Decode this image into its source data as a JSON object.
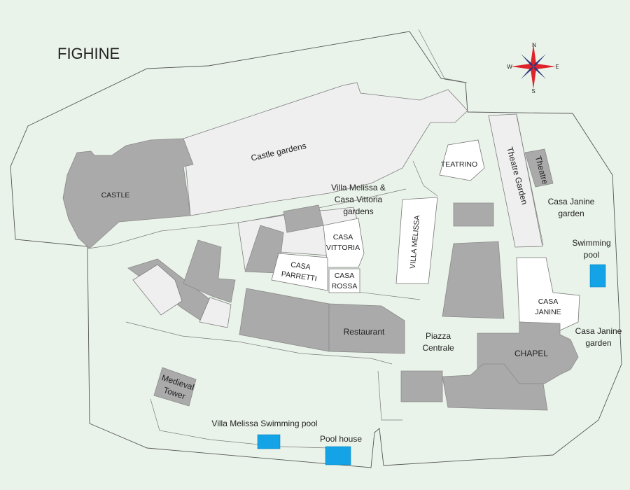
{
  "title": "FIGHINE",
  "compass": {
    "n": "N",
    "s": "S",
    "e": "E",
    "w": "W",
    "colors": {
      "red": "#e0232b",
      "blue": "#26347d"
    }
  },
  "labels": {
    "castle": "CASTLE",
    "castle_gardens": "Castle gardens",
    "villa_melissa_gardens": [
      "Villa Melissa &",
      "Casa Vittoria",
      "gardens"
    ],
    "teatrino": "TEATRINO",
    "theatre_garden": "Theatre Garden",
    "theatre": "Theatre",
    "casa_janine_garden_top": [
      "Casa Janine",
      "garden"
    ],
    "swimming_pool": [
      "Swimming",
      "pool"
    ],
    "casa_vittoria": [
      "CASA",
      "VITTORIA"
    ],
    "casa_parretti": [
      "CASA",
      "PARRETTI"
    ],
    "casa_rossa": [
      "CASA",
      "ROSSA"
    ],
    "villa_melissa": "VILLA MELISSA",
    "casa_janine": [
      "CASA",
      "JANINE"
    ],
    "casa_janine_garden_bottom": [
      "Casa Janine",
      "garden"
    ],
    "restaurant": "Restaurant",
    "piazza_centrale": [
      "Piazza",
      "Centrale"
    ],
    "chapel": "CHAPEL",
    "medieval_tower": [
      "Medieval",
      "Tower"
    ],
    "villa_melissa_pool": "Villa Melissa Swimming pool",
    "pool_house": "Pool house"
  },
  "colors": {
    "background": "#eaf3ea",
    "building": "#aaaaaa",
    "garden": "#efefef",
    "house": "#ffffff",
    "pool": "#13a3e6"
  }
}
